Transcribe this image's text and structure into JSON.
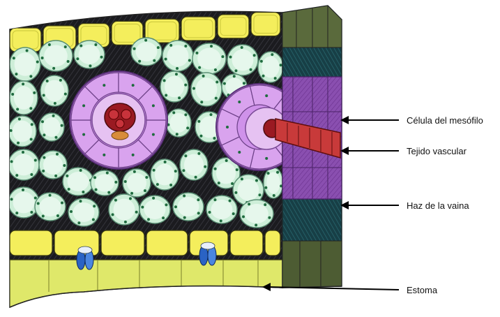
{
  "labels": {
    "mesophyll": "Célula del mesófilo",
    "vascular": "Tejido vascular",
    "bundle_sheath": "Haz de la vaina",
    "stoma": "Estoma"
  },
  "colors": {
    "background": "#ffffff",
    "epidermis": "#f4ee5c",
    "epidermis_dark": "#c9c63a",
    "mesophyll": "#cdeed8",
    "mesophyll_edge": "#5a8f74",
    "chloroplast": "#1f6b3f",
    "bundle_sheath": "#d9a3ee",
    "bundle_sheath_edge": "#6b3f86",
    "xylem": "#b8202a",
    "air_space": "#1b1b1f",
    "side_face_dark": "#16464e",
    "guard_cell": "#2a63c4",
    "arrow": "#000000"
  },
  "icons": [
    "leaf-cross-section-illustration",
    "arrow-left-icon"
  ]
}
